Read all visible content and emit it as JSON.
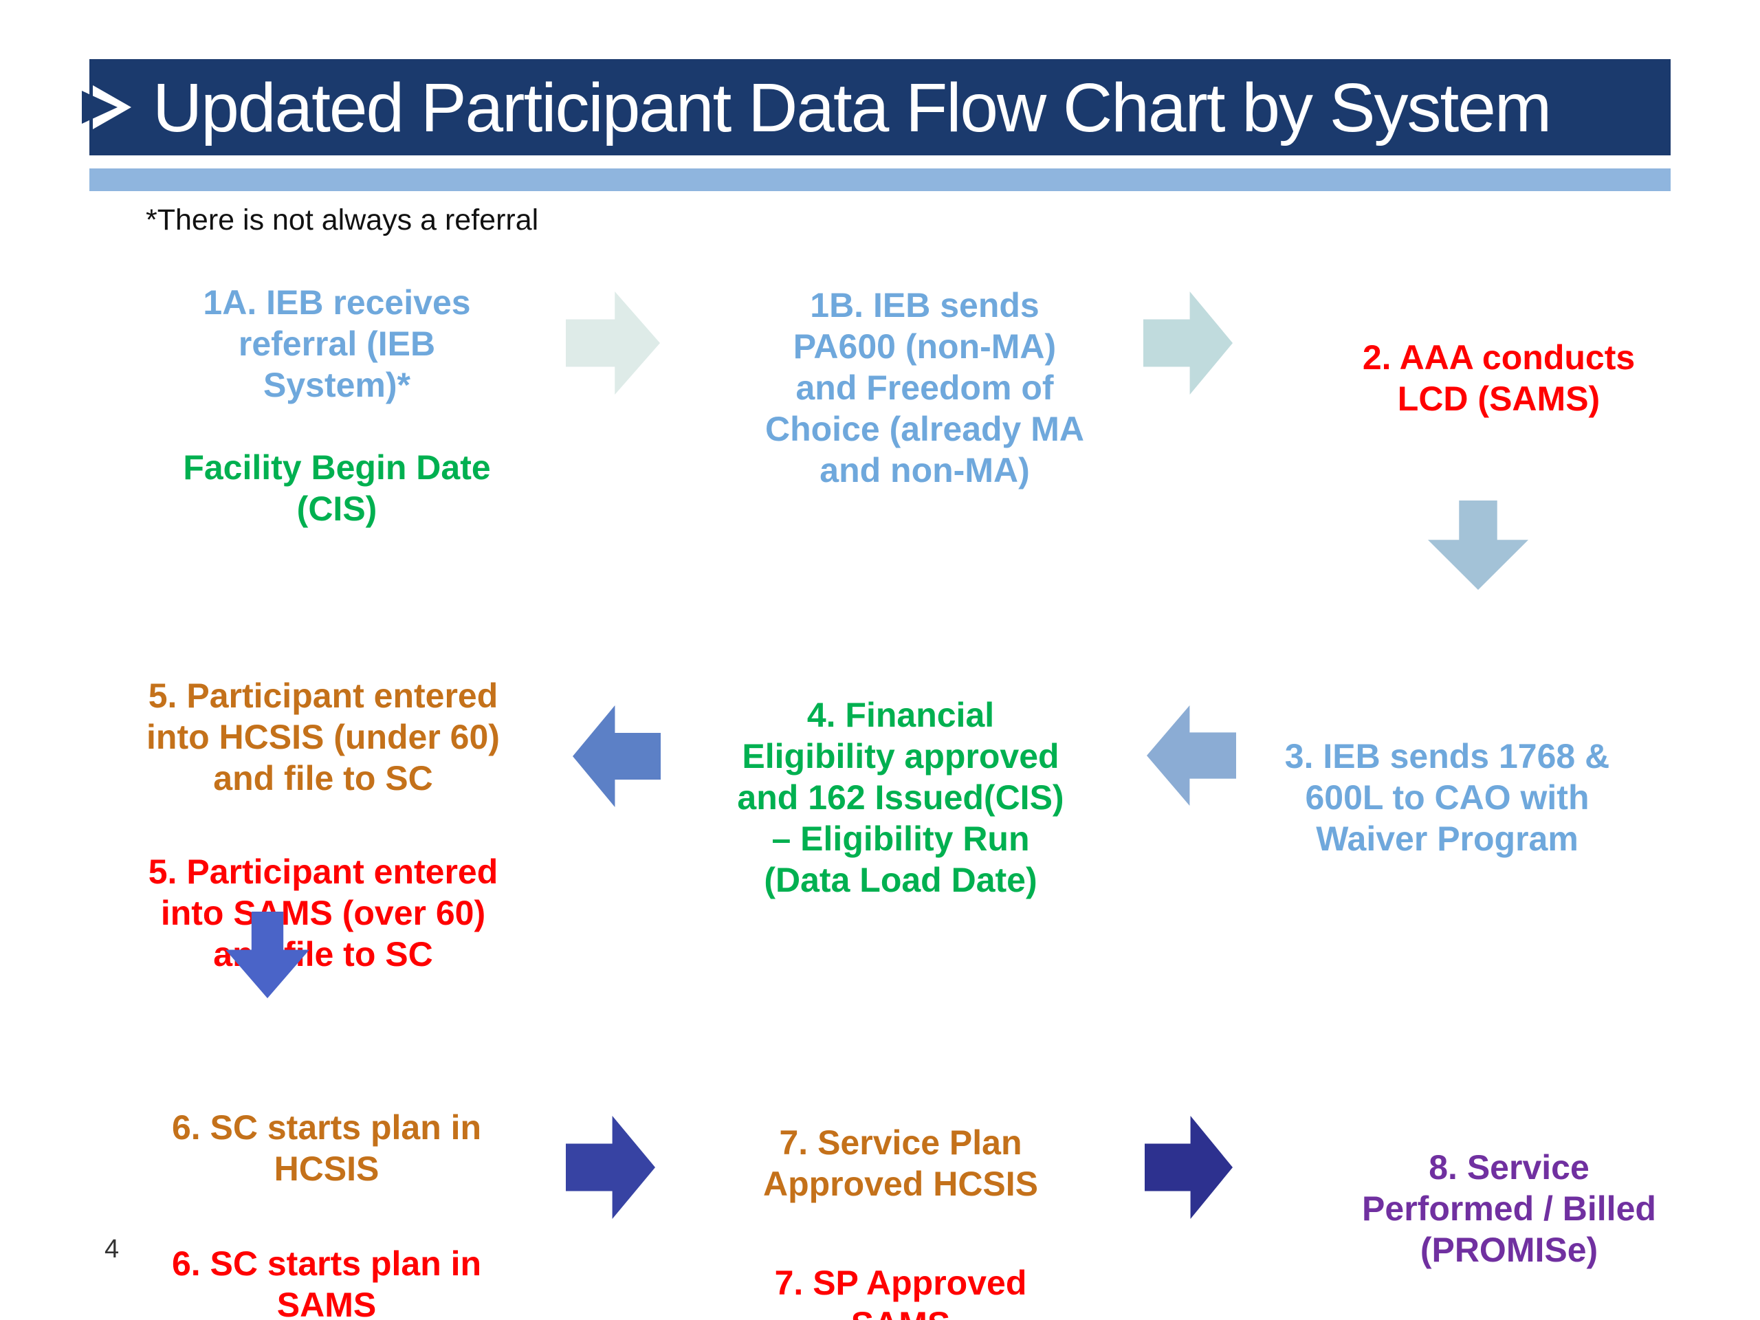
{
  "slide": {
    "title": "Updated Participant Data Flow Chart by System",
    "note": "*There is not always a referral",
    "page_number": "4"
  },
  "colors": {
    "banner_navy": "#1B3A6D",
    "band_blue": "#8FB5DE",
    "text_blue": "#6FA8DC",
    "text_green": "#00B050",
    "text_red": "#FF0000",
    "text_orange": "#C4711A",
    "text_purple": "#7030A0",
    "text_black": "#111111"
  },
  "steps": {
    "s1a": {
      "blue": [
        "1A. IEB receives",
        "referral (IEB",
        "System)*"
      ],
      "green": [
        "Facility Begin Date",
        "(CIS)"
      ]
    },
    "s1b": {
      "blue": [
        "1B. IEB sends",
        "PA600 (non-MA)",
        "and Freedom of",
        "Choice (already MA",
        "and non-MA)"
      ]
    },
    "s2": {
      "red": [
        "2. AAA conducts",
        "LCD (SAMS)"
      ]
    },
    "s3": {
      "blue": [
        "3. IEB sends 1768 &",
        "600L to CAO with",
        "Waiver Program"
      ]
    },
    "s4": {
      "green": [
        "4. Financial",
        "Eligibility approved",
        "and 162 Issued(CIS)",
        "– Eligibility Run",
        "(Data Load Date)"
      ]
    },
    "s5": {
      "orange": [
        "5. Participant entered",
        "into HCSIS (under 60)",
        "and file to SC"
      ],
      "red": [
        "5. Participant entered",
        "into SAMS (over 60)",
        "and file to SC"
      ]
    },
    "s6": {
      "orange": [
        "6. SC starts plan in",
        "HCSIS"
      ],
      "red": [
        "6. SC starts plan in",
        "SAMS"
      ]
    },
    "s7": {
      "orange": [
        "7. Service Plan",
        "Approved HCSIS"
      ],
      "red": [
        "7. SP Approved",
        "SAMS"
      ]
    },
    "s8": {
      "purple": [
        "8. Service",
        "Performed / Billed",
        "(PROMISe)"
      ]
    }
  },
  "arrows": {
    "step1a_to_1b": {
      "direction": "right",
      "color": "#DEEBE8"
    },
    "step1b_to_2": {
      "direction": "right",
      "color": "#C0DBDD"
    },
    "step2_to_3": {
      "direction": "down",
      "color": "#A3C2D7"
    },
    "step3_to_4": {
      "direction": "left",
      "color": "#8BACD4"
    },
    "step4_to_5": {
      "direction": "left",
      "color": "#5C80C6"
    },
    "step5_to_6": {
      "direction": "down",
      "color": "#4A64C8"
    },
    "step6_to_7": {
      "direction": "right",
      "color": "#3743A3"
    },
    "step7_to_8": {
      "direction": "right",
      "color": "#2D318F"
    }
  }
}
